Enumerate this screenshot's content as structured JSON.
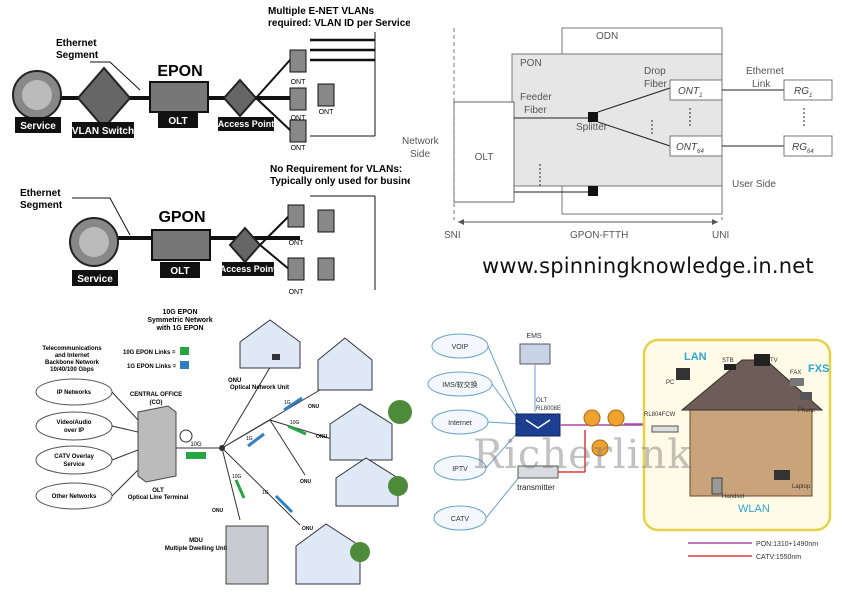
{
  "top_left": {
    "epon": {
      "title": "EPON",
      "note_line1": "Multiple E-NET VLANs",
      "note_line2": "required: VLAN ID per Service",
      "segment_line1": "Ethernet",
      "segment_line2": "Segment",
      "service": "Service",
      "vlan_switch": "VLAN Switch",
      "olt": "OLT",
      "access_point": "Access Point",
      "ont": "ONT"
    },
    "gpon": {
      "title": "GPON",
      "note_line1": "No Requirement for VLANs:",
      "note_line2": "Typically only used for busines",
      "segment_line1": "Ethernet",
      "segment_line2": "Segment",
      "service": "Service",
      "olt": "OLT",
      "access_point": "Access Point",
      "ont": "ONT"
    }
  },
  "top_right": {
    "odn": "ODN",
    "pon": "PON",
    "feeder_line1": "Feeder",
    "feeder_line2": "Fiber",
    "drop_line1": "Drop",
    "drop_line2": "Fiber",
    "ethernet_line1": "Ethernet",
    "ethernet_line2": "Link",
    "network_line1": "Network",
    "network_line2": "Side",
    "olt": "OLT",
    "splitter": "Splitter",
    "ont_1": "ONT",
    "ont_1_sub": "1",
    "ont_64": "ONT",
    "ont_64_sub": "64",
    "rg_1": "RG",
    "rg_1_sub": "1",
    "rg_64": "RG",
    "rg_64_sub": "64",
    "user_side": "User Side",
    "sni": "SNI",
    "gpon_ftth": "GPON-FTTH",
    "uni": "UNI"
  },
  "website": "www.spinningknowledge.in.net",
  "bottom_left": {
    "header_line1": "10G EPON",
    "header_line2": "Symmetric Network",
    "header_line3": "with 1G EPON",
    "legend_10g": "10G EPON Links =",
    "legend_1g": "1G EPON Links =",
    "telecom_line1": "Telecommunications",
    "telecom_line2": "and Internet",
    "telecom_line3": "Backbone Network",
    "telecom_line4": "10/40/100 Gbps",
    "ip_networks": "IP Networks",
    "video_line1": "Video/Audio",
    "video_line2": "over IP",
    "catv_line1": "CATV Overlay",
    "catv_line2": "Service",
    "other_networks": "Other Networks",
    "central_line1": "CENTRAL OFFICE",
    "central_line2": "(CO)",
    "olt_line1": "OLT",
    "olt_line2": "Optical Line Terminal",
    "onu": "ONU",
    "onu_full": "Optical Network Unit",
    "mdu_line1": "MDU",
    "mdu_line2": "Multiple Dwelling Unit",
    "link_10g": "10G",
    "link_1g": "1G",
    "colors": {
      "g10": "#27a544",
      "g1": "#2f7fc1"
    }
  },
  "bottom_right": {
    "voip": "VOIP",
    "ems": "EMS",
    "ims": "IMS/软交换",
    "internet": "Internet",
    "iptv": "IPTV",
    "catv": "CATV",
    "olt_line1": "OLT",
    "olt_line2": "RL8008E",
    "transmitter": "transmitter",
    "lan": "LAN",
    "stb": "STB",
    "tv": "TV",
    "pc": "PC",
    "fxs": "FXS",
    "fax": "FAX",
    "phone": "Phone",
    "onu_model": "RL804FCW",
    "handset": "Handset",
    "laptop": "Laptop",
    "wlan": "WLAN",
    "legend_pon": "PON:1310+1490nm",
    "legend_catv": "CATV:1550nm",
    "colors": {
      "pon": "#a64ca6",
      "catv": "#e03a3a",
      "accent": "#2aa7d6"
    }
  },
  "watermark": "Richerlink"
}
